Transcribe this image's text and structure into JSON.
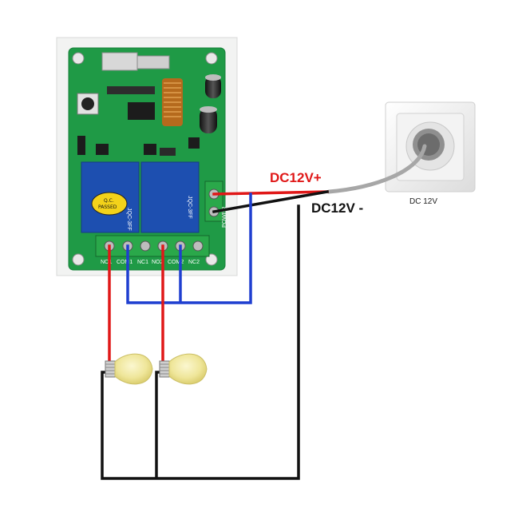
{
  "labels": {
    "dc_plus": "DC12V+",
    "dc_minus": "DC12V -",
    "socket": "DC 12V"
  },
  "board": {
    "qc_line1": "Q.C.",
    "qc_line2": "PASSED",
    "relay_text_1": "JQC-3FF",
    "relay_text_2": "JQC-3FF",
    "terminals": [
      "NO1",
      "COM1",
      "NC1",
      "NO2",
      "COM2",
      "NC2"
    ],
    "power_label": "POWER"
  },
  "colors": {
    "positive_wire": "#e01818",
    "negative_wire": "#111111",
    "common_wire": "#1f3fd0",
    "socket_cable": "#a7a7a7",
    "pcb": "#1f9a46",
    "relay": "#1d4fb0",
    "terminal_block": "#2aa84a",
    "bulb": "#f2eba4"
  },
  "icons": [
    "lightbulb-icon",
    "lightbulb-icon",
    "wall-socket-icon"
  ]
}
